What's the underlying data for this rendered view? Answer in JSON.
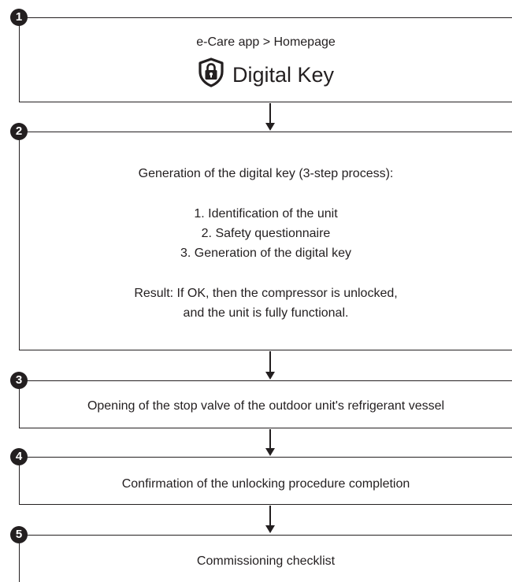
{
  "steps": [
    {
      "number": "1",
      "app_path": "e-Care app > Homepage",
      "feature_label": "Digital Key",
      "icon": "shield-lock-icon"
    },
    {
      "number": "2",
      "heading": "Generation of the digital key (3-step process):",
      "items": [
        "1. Identification of the unit",
        "2. Safety questionnaire",
        "3. Generation of the digital key"
      ],
      "result_line1": "Result: If OK, then the compressor is unlocked,",
      "result_line2": "and the unit is fully functional."
    },
    {
      "number": "3",
      "text": "Opening of the stop valve of the outdoor unit's refrigerant vessel"
    },
    {
      "number": "4",
      "text": "Confirmation of the unlocking procedure completion"
    },
    {
      "number": "5",
      "text": "Commissioning checklist"
    }
  ],
  "colors": {
    "ink": "#231f20",
    "background": "#ffffff"
  }
}
